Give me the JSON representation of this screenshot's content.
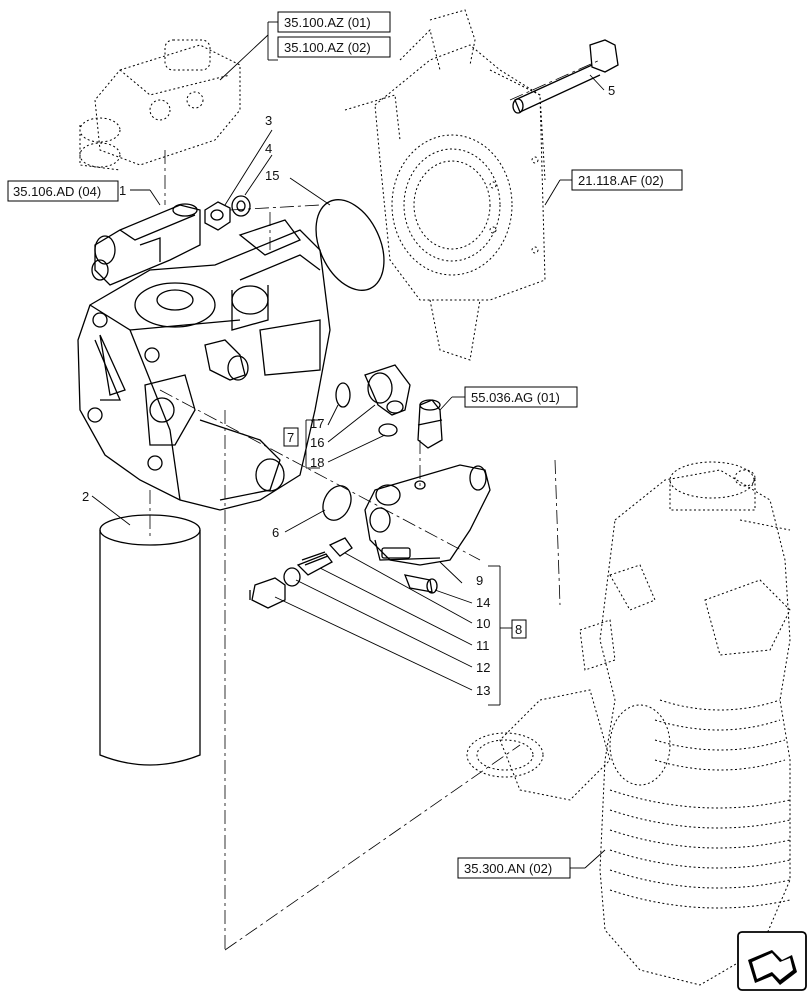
{
  "references": [
    {
      "id": "ref-35100az01",
      "text": "35.100.AZ (01)"
    },
    {
      "id": "ref-35100az02",
      "text": "35.100.AZ (02)"
    },
    {
      "id": "ref-35106ad04",
      "text": "35.106.AD (04)"
    },
    {
      "id": "ref-21118af02",
      "text": "21.118.AF (02)"
    },
    {
      "id": "ref-55036ag01",
      "text": "55.036.AG (01)"
    },
    {
      "id": "ref-35300an02",
      "text": "35.300.AN (02)"
    }
  ],
  "callouts": [
    "1",
    "2",
    "3",
    "4",
    "5",
    "6",
    "7",
    "8",
    "9",
    "10",
    "11",
    "12",
    "13",
    "14",
    "15",
    "16",
    "17",
    "18"
  ]
}
